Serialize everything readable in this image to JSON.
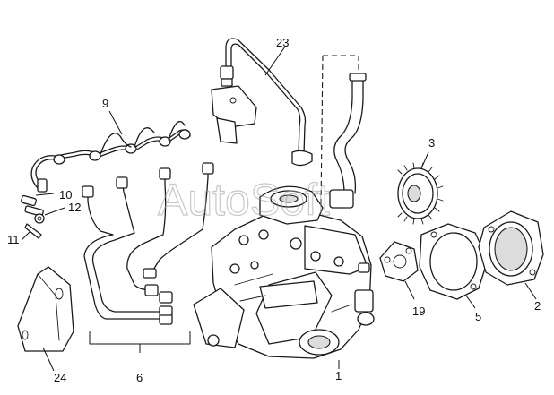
{
  "watermark": "AutoSoft",
  "callouts": [
    {
      "id": "1",
      "label": "1"
    },
    {
      "id": "2",
      "label": "2"
    },
    {
      "id": "3",
      "label": "3"
    },
    {
      "id": "5",
      "label": "5"
    },
    {
      "id": "6",
      "label": "6"
    },
    {
      "id": "9",
      "label": "9"
    },
    {
      "id": "10",
      "label": "10"
    },
    {
      "id": "11",
      "label": "11"
    },
    {
      "id": "12",
      "label": "12"
    },
    {
      "id": "19",
      "label": "19"
    },
    {
      "id": "23",
      "label": "23"
    },
    {
      "id": "24",
      "label": "24"
    }
  ]
}
